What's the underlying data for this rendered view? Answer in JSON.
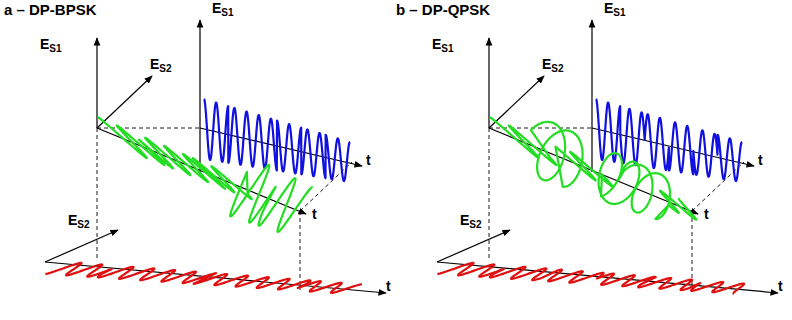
{
  "diagram": {
    "labels": [
      "a – DP-BPSK",
      "ES1",
      "ES2",
      "ES1",
      "t",
      "t",
      "ES2",
      "t",
      "b – DP-QPSK",
      "ES1",
      "ES2",
      "ES1",
      "t",
      "t",
      "ES2",
      "t"
    ]
  }
}
